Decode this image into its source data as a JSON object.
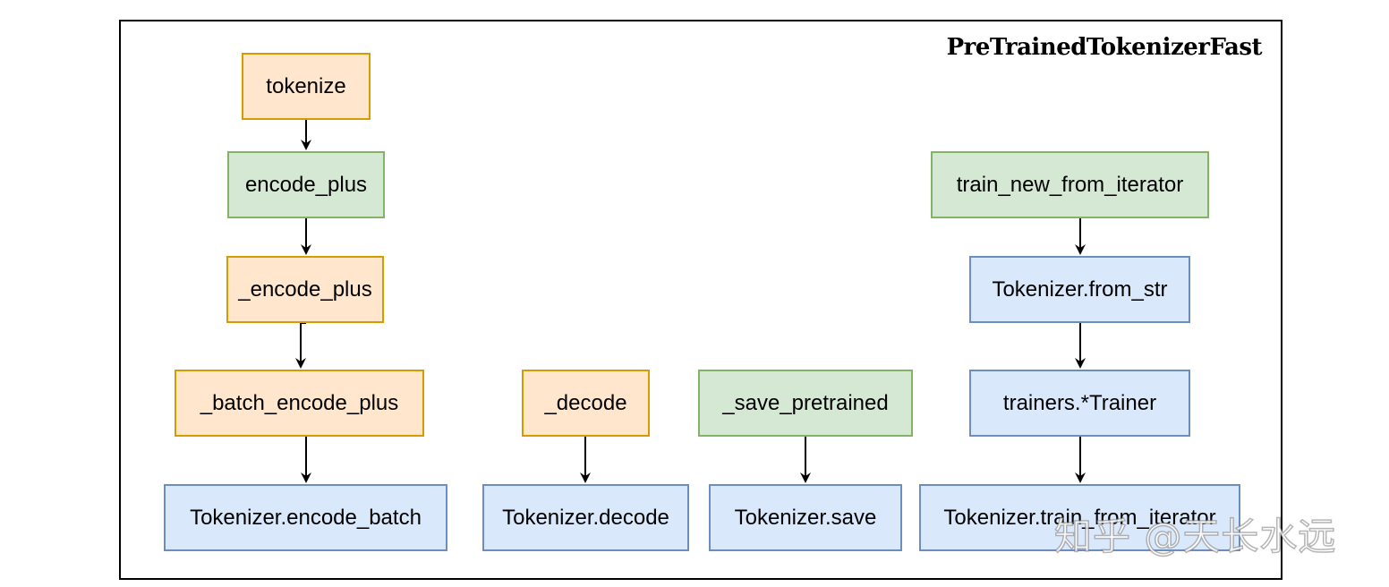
{
  "frame": {
    "title": "PreTrainedTokenizerFast"
  },
  "nodes": {
    "tokenize": "tokenize",
    "encode_plus": "encode_plus",
    "_encode_plus": "_encode_plus",
    "_batch_encode_plus": "_batch_encode_plus",
    "tokenizer_encode_batch": "Tokenizer.encode_batch",
    "_decode": "_decode",
    "tokenizer_decode": "Tokenizer.decode",
    "_save_pretrained": "_save_pretrained",
    "tokenizer_save": "Tokenizer.save",
    "train_new_from_iterator": "train_new_from_iterator",
    "tokenizer_from_str": "Tokenizer.from_str",
    "trainers_trainer": "trainers.*Trainer",
    "tokenizer_train_from_iterator": "Tokenizer.train_from_iterator"
  },
  "colors": {
    "orange_fill": "#ffe6cc",
    "orange_border": "#d79b00",
    "green_fill": "#d5e8d4",
    "green_border": "#82b366",
    "blue_fill": "#dae8fc",
    "blue_border": "#6c8ebf"
  },
  "watermark": "知乎 @天长水远"
}
